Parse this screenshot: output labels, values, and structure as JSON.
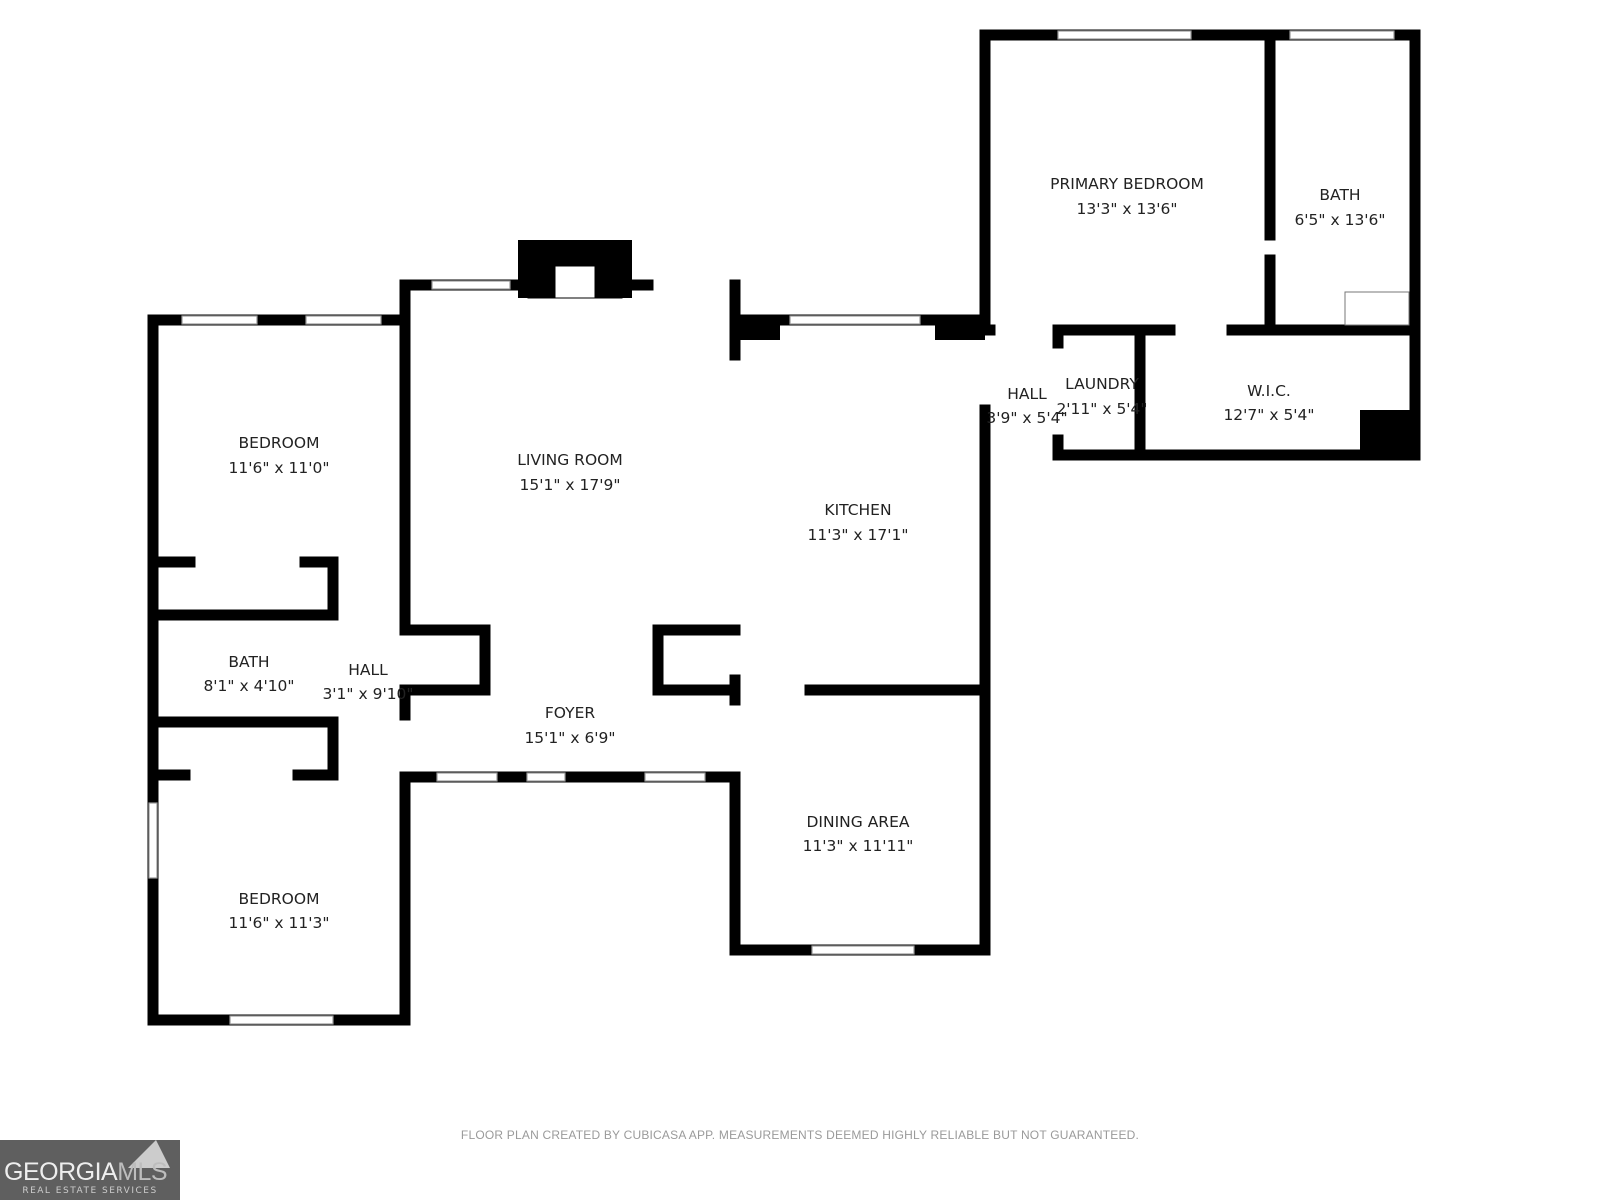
{
  "rooms": [
    {
      "name": "PRIMARY BEDROOM",
      "dims": "13'3\" x 13'6\""
    },
    {
      "name": "BATH",
      "dims": "6'5\" x 13'6\""
    },
    {
      "name": "HALL",
      "dims": "3'9\" x 5'4\""
    },
    {
      "name": "LAUNDRY",
      "dims": "2'11\" x 5'4\""
    },
    {
      "name": "W.I.C.",
      "dims": "12'7\" x 5'4\""
    },
    {
      "name": "BEDROOM",
      "dims": "11'6\" x 11'0\""
    },
    {
      "name": "LIVING ROOM",
      "dims": "15'1\" x 17'9\""
    },
    {
      "name": "KITCHEN",
      "dims": "11'3\" x 17'1\""
    },
    {
      "name": "BATH",
      "dims": "8'1\" x 4'10\""
    },
    {
      "name": "HALL",
      "dims": "3'1\" x 9'10\""
    },
    {
      "name": "FOYER",
      "dims": "15'1\" x 6'9\""
    },
    {
      "name": "DINING AREA",
      "dims": "11'3\" x 11'11\""
    },
    {
      "name": "BEDROOM",
      "dims": "11'6\" x 11'3\""
    }
  ],
  "disclaimer": "FLOOR PLAN CREATED BY CUBICASA APP. MEASUREMENTS DEEMED HIGHLY RELIABLE BUT NOT GUARANTEED.",
  "logo": {
    "text_left": "GEORGIA",
    "text_right": "MLS",
    "subtitle": "REAL ESTATE SERVICES",
    "color": "#5f5f5f"
  },
  "colors": {
    "wall": "#000000",
    "background": "#ffffff"
  }
}
